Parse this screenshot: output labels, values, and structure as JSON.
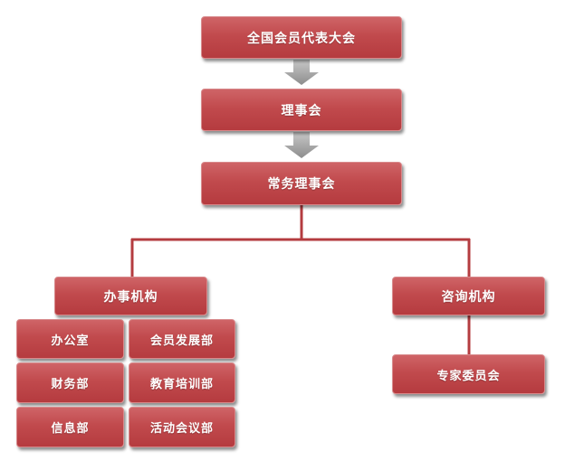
{
  "nodes": {
    "congress": "全国会员代表大会",
    "council": "理事会",
    "standing_council": "常务理事会",
    "office_org": "办事机构",
    "advisory_org": "咨询机构",
    "office": "办公室",
    "member_dev": "会员发展部",
    "finance": "财务部",
    "education": "教育培训部",
    "info": "信息部",
    "events": "活动会议部",
    "expert_committee": "专家委员会"
  },
  "colors": {
    "node_fill": "#c14a4d",
    "connector": "#b43c40",
    "arrow": "#aaaaaa",
    "text": "#ffffff",
    "background": "#ffffff"
  }
}
